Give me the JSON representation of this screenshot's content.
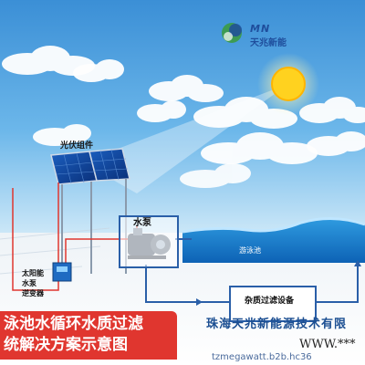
{
  "labels": {
    "panels": "光伏组件",
    "pump": "水泵",
    "pool": "游泳池",
    "inverter_line1": "太阳能",
    "inverter_line2": "水泵",
    "inverter_line3": "逆变器",
    "filter": "杂质过滤设备"
  },
  "title": {
    "line1": "泳池水循环水质过滤",
    "line2": "统解决方案示意图"
  },
  "branding": {
    "logo_letters": "MN",
    "logo_text": "天兆新能",
    "company": "珠海天兆新能源技术有限",
    "www": "WWW.***",
    "url": "tzmegawatt.b2b.hc36"
  },
  "colors": {
    "sky_top": "#3b8fd6",
    "sky_bottom": "#9fd3f2",
    "pipe_red": "#e0362f",
    "pipe_blue": "#2a5fa8",
    "title_bg": "#e0362f"
  }
}
